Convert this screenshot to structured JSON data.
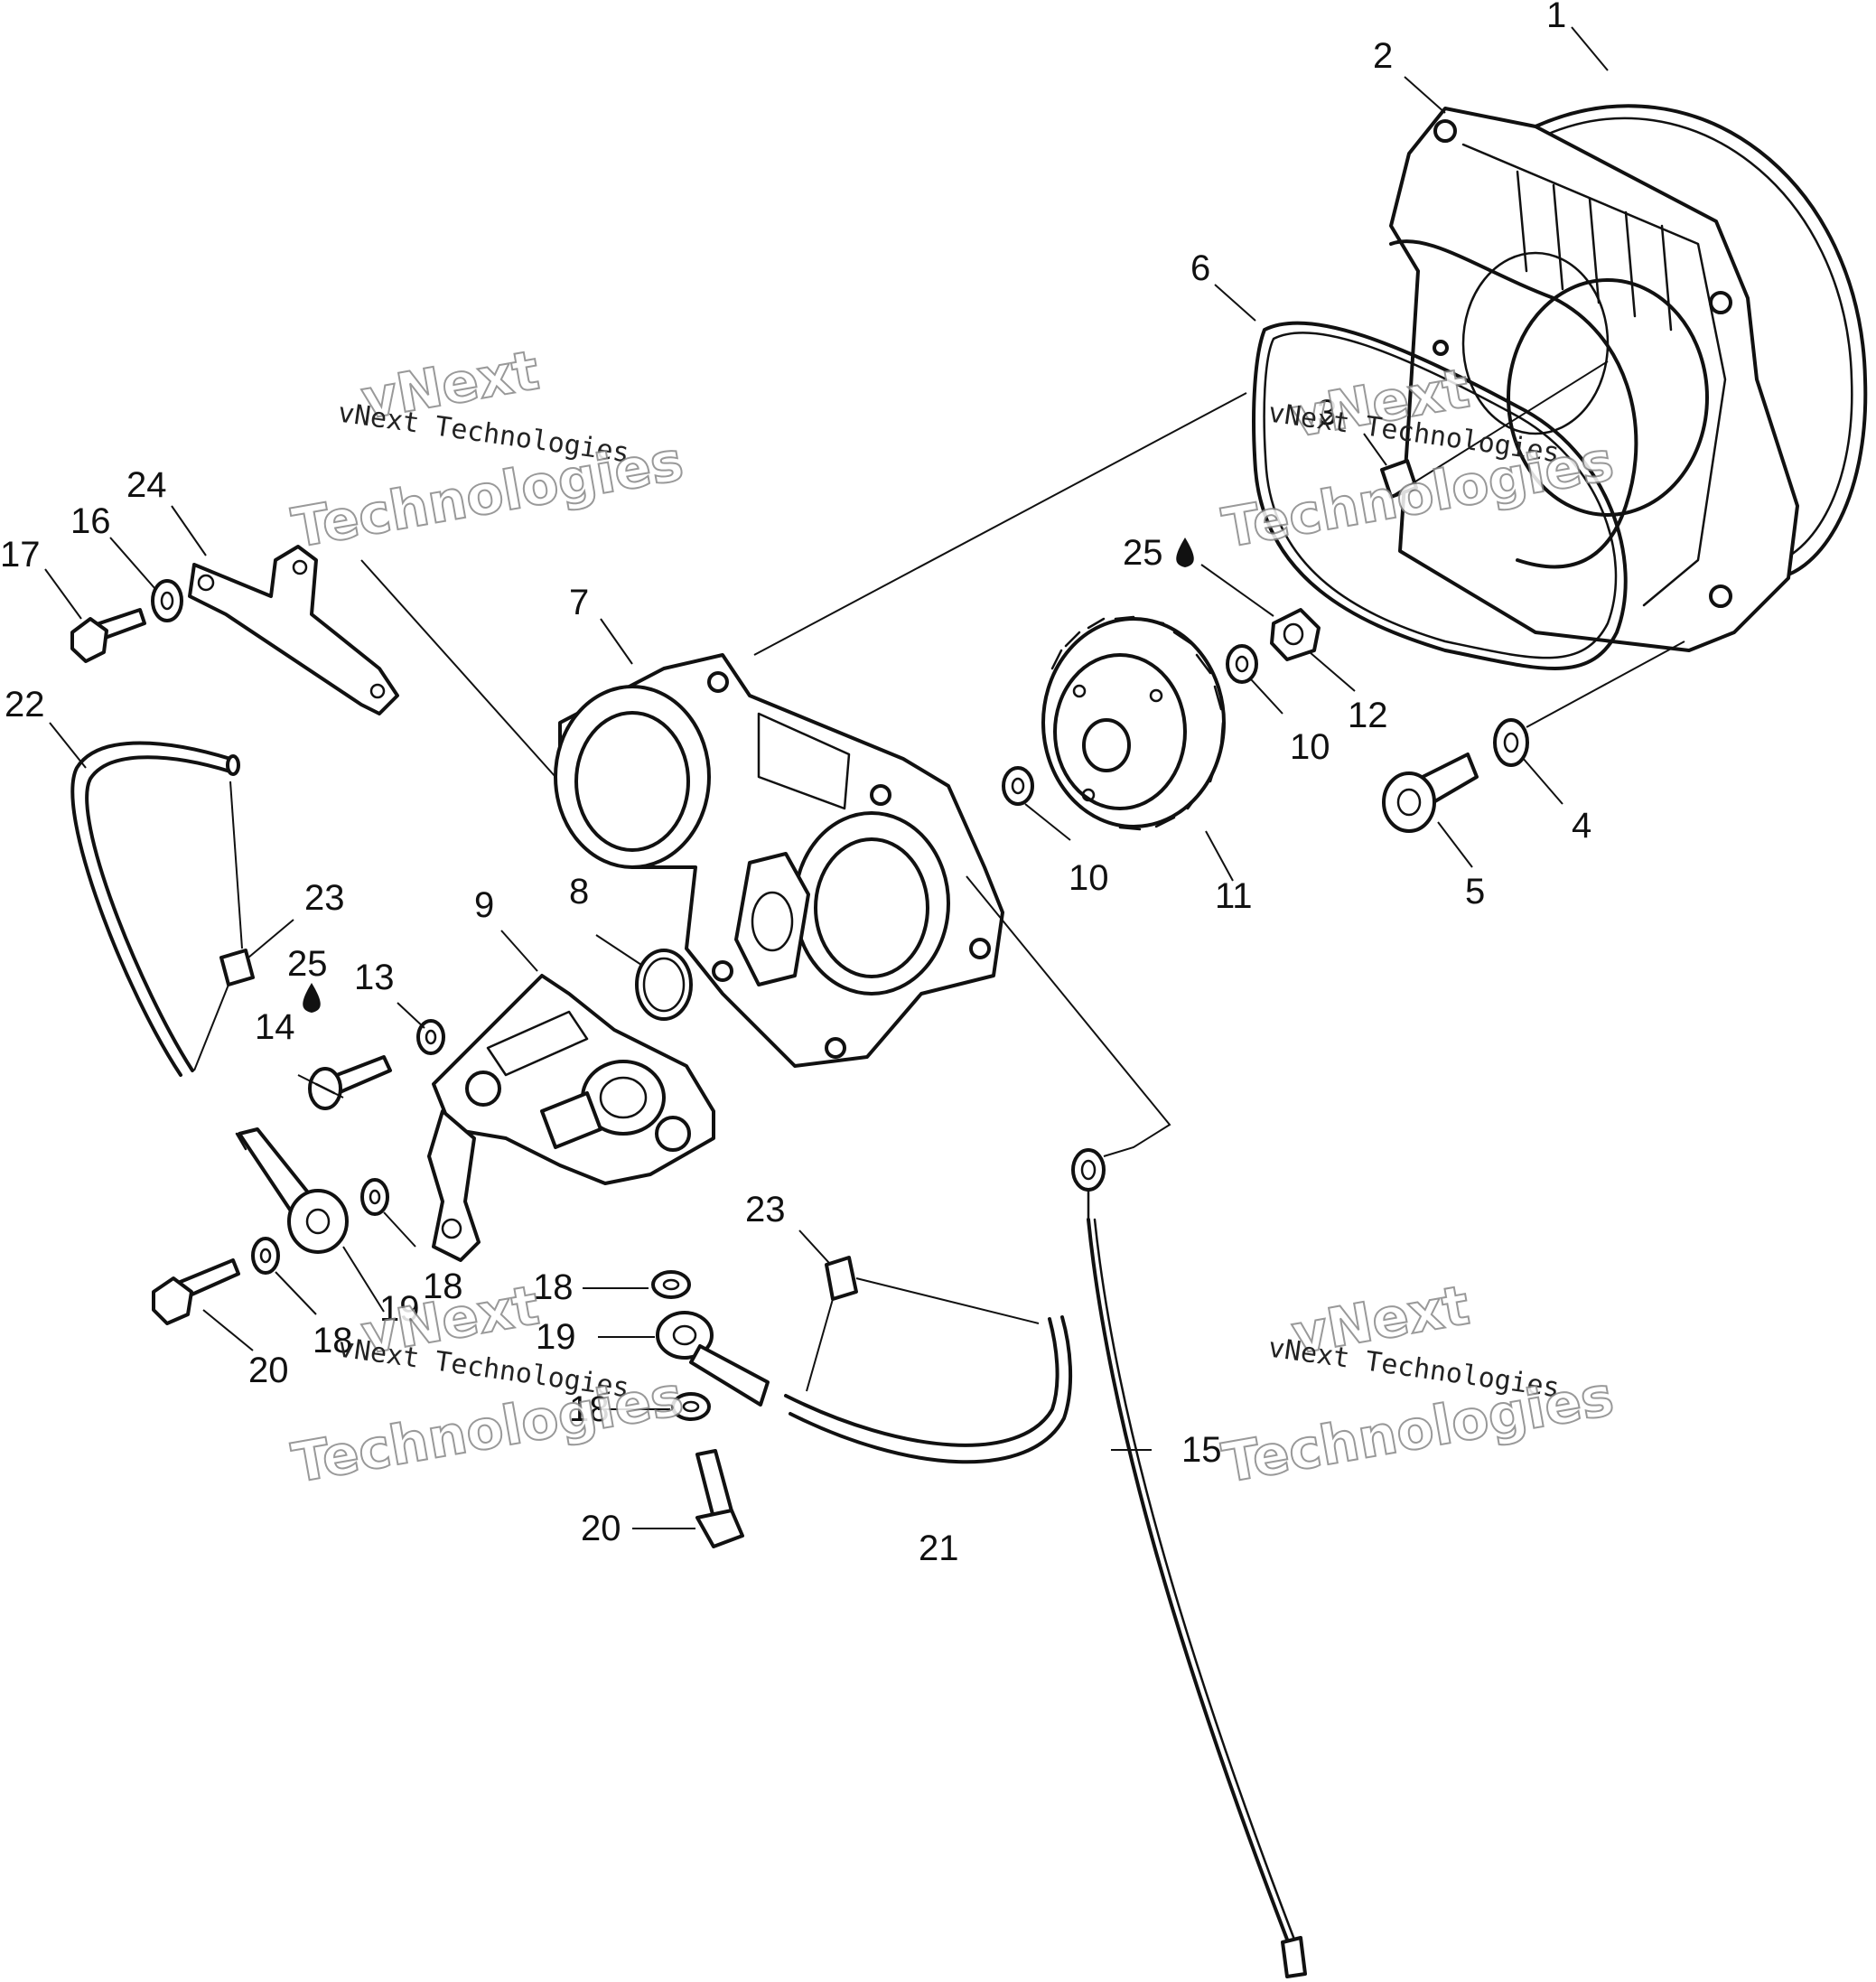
{
  "diagram": {
    "callouts": [
      {
        "label": "1"
      },
      {
        "label": "2"
      },
      {
        "label": "3"
      },
      {
        "label": "4"
      },
      {
        "label": "5"
      },
      {
        "label": "6"
      },
      {
        "label": "7"
      },
      {
        "label": "8"
      },
      {
        "label": "9"
      },
      {
        "label": "10"
      },
      {
        "label": "10"
      },
      {
        "label": "11"
      },
      {
        "label": "12"
      },
      {
        "label": "13"
      },
      {
        "label": "14"
      },
      {
        "label": "15"
      },
      {
        "label": "16"
      },
      {
        "label": "17"
      },
      {
        "label": "18"
      },
      {
        "label": "18"
      },
      {
        "label": "18"
      },
      {
        "label": "18"
      },
      {
        "label": "19"
      },
      {
        "label": "19"
      },
      {
        "label": "20"
      },
      {
        "label": "20"
      },
      {
        "label": "21"
      },
      {
        "label": "22"
      },
      {
        "label": "23"
      },
      {
        "label": "23"
      },
      {
        "label": "24"
      },
      {
        "label": "25"
      },
      {
        "label": "25"
      }
    ],
    "watermark": {
      "line1": "vNext",
      "line2": "vNext Technologies",
      "line3": "Technologies"
    }
  }
}
